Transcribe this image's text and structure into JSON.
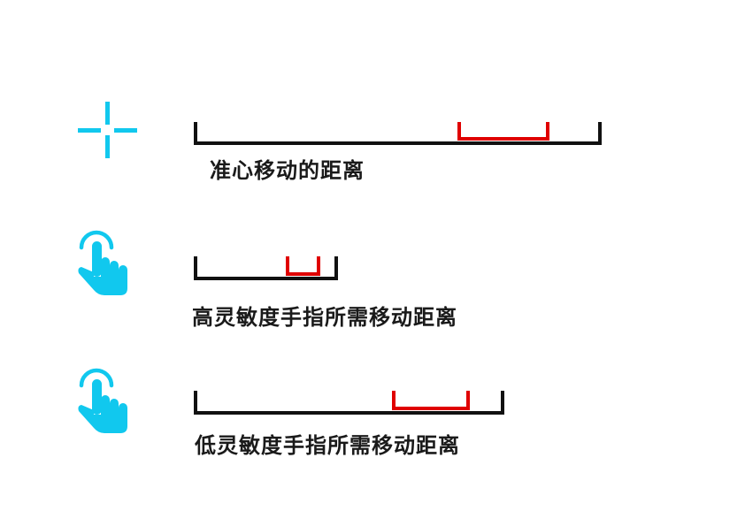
{
  "colors": {
    "icon": "#11c8ee",
    "bar": "#111111",
    "highlight": "#e00000",
    "text": "#1a1a1a"
  },
  "rows": [
    {
      "icon": "crosshair-icon",
      "label": "准心移动的距离"
    },
    {
      "icon": "tap-finger-icon",
      "label": "高灵敏度手指所需移动距离"
    },
    {
      "icon": "tap-finger-icon",
      "label": "低灵敏度手指所需移动距离"
    }
  ]
}
